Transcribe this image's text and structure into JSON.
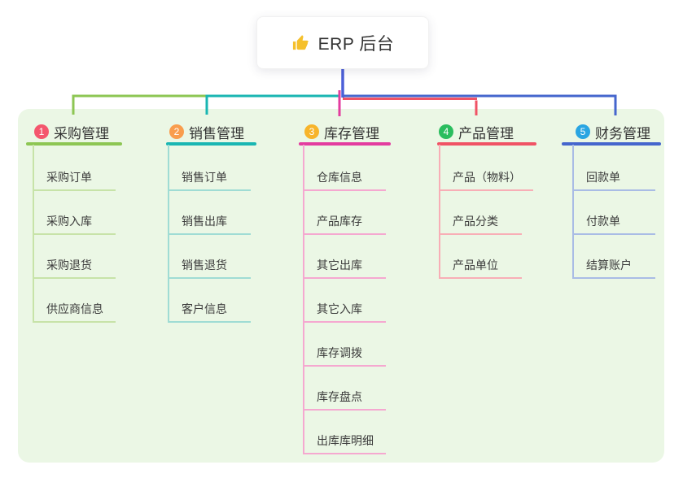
{
  "root": {
    "label": "ERP 后台",
    "icon": "thumbs-up-icon"
  },
  "colors": {
    "page_bg": "#ffffff",
    "panel": "#ebf7e5",
    "trunk": "#4c60d8",
    "text": "#333333",
    "root_icon": "#f5c02c"
  },
  "branches": [
    {
      "badge": "1",
      "label": "采购管理",
      "line_color": "#8dc653",
      "child_line_color": "#c7e3a8",
      "badge_color": "#f4566d",
      "children": [
        "采购订单",
        "采购入库",
        "采购退货",
        "供应商信息"
      ]
    },
    {
      "badge": "2",
      "label": "销售管理",
      "line_color": "#19b6b2",
      "child_line_color": "#9fdcd4",
      "badge_color": "#f99d4d",
      "children": [
        "销售订单",
        "销售出库",
        "销售退货",
        "客户信息"
      ]
    },
    {
      "badge": "3",
      "label": "库存管理",
      "line_color": "#e33c9f",
      "child_line_color": "#f5a8d0",
      "badge_color": "#f7b42a",
      "children": [
        "仓库信息",
        "产品库存",
        "其它出库",
        "其它入库",
        "库存调拨",
        "库存盘点",
        "出库库明细"
      ]
    },
    {
      "badge": "4",
      "label": "产品管理",
      "line_color": "#f05365",
      "child_line_color": "#f8aeb6",
      "badge_color": "#2abd5e",
      "children": [
        "产品（物料）",
        "产品分类",
        "产品单位"
      ]
    },
    {
      "badge": "5",
      "label": "财务管理",
      "line_color": "#4566cd",
      "child_line_color": "#a9bce5",
      "badge_color": "#29a5e2",
      "children": [
        "回款单",
        "付款单",
        "结算账户"
      ]
    }
  ]
}
